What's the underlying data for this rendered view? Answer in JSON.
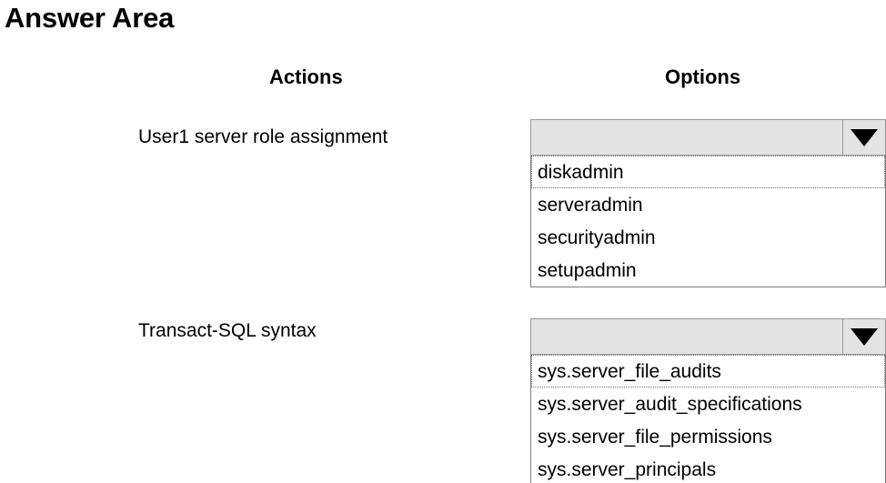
{
  "page": {
    "title": "Answer Area",
    "background": "#ffffff"
  },
  "columns": {
    "actions_header": "Actions",
    "options_header": "Options"
  },
  "colors": {
    "combo_face": "#e3e3e3",
    "combo_border": "#9a9a9a",
    "list_border": "#7d7d7d",
    "list_background": "#ffffff",
    "text": "#000000",
    "focus_outline": "#6b6b6b"
  },
  "rows": [
    {
      "label": "User1 server role assignment",
      "dropdown": {
        "selected_value": "",
        "arrow_icon": "chevron-down-icon",
        "expanded": true,
        "options": [
          {
            "label": "diskadmin",
            "focused": true
          },
          {
            "label": "serveradmin",
            "focused": false
          },
          {
            "label": "securityadmin",
            "focused": false
          },
          {
            "label": "setupadmin",
            "focused": false
          }
        ]
      }
    },
    {
      "label": "Transact-SQL syntax",
      "dropdown": {
        "selected_value": "",
        "arrow_icon": "chevron-down-icon",
        "expanded": true,
        "options": [
          {
            "label": "sys.server_file_audits",
            "focused": true
          },
          {
            "label": "sys.server_audit_specifications",
            "focused": false
          },
          {
            "label": "sys.server_file_permissions",
            "focused": false
          },
          {
            "label": "sys.server_principals",
            "focused": false
          }
        ]
      }
    }
  ]
}
